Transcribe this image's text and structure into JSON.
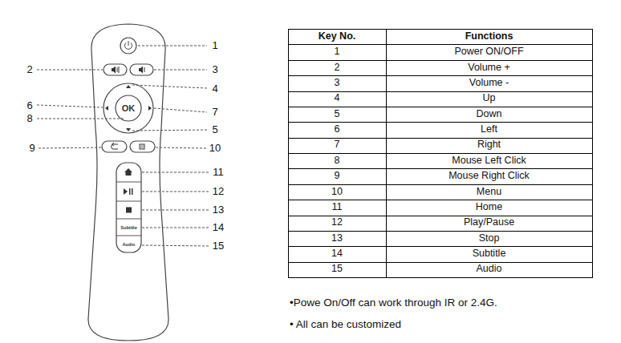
{
  "diagram": {
    "nodes": [
      {
        "text": [
          "OK"
        ]
      },
      {
        "text": [
          "Subtitle"
        ]
      },
      {
        "text": [
          "Audio"
        ]
      }
    ],
    "labels": [
      "1",
      "2",
      "3",
      "4",
      "6",
      "7",
      "8",
      "5",
      "9",
      "10",
      "11",
      "12",
      "13",
      "14",
      "15",
      "Key No.",
      "Functions",
      "1",
      "Power ON/OFF",
      "2",
      "Volume +",
      "3",
      "Volume -",
      "4",
      "Up",
      "5",
      "Down",
      "6",
      "Left",
      "7",
      "Right",
      "8",
      "Mouse Left Click",
      "9",
      "Mouse Right Click",
      "10",
      "Menu",
      "11",
      "Home",
      "12",
      "Play/Pause",
      "13",
      "Stop",
      "14",
      "Subtitle",
      "15",
      "Audio",
      "•Powe On/Off can work through IR or 2.4G.",
      "• All can be customized"
    ]
  }
}
